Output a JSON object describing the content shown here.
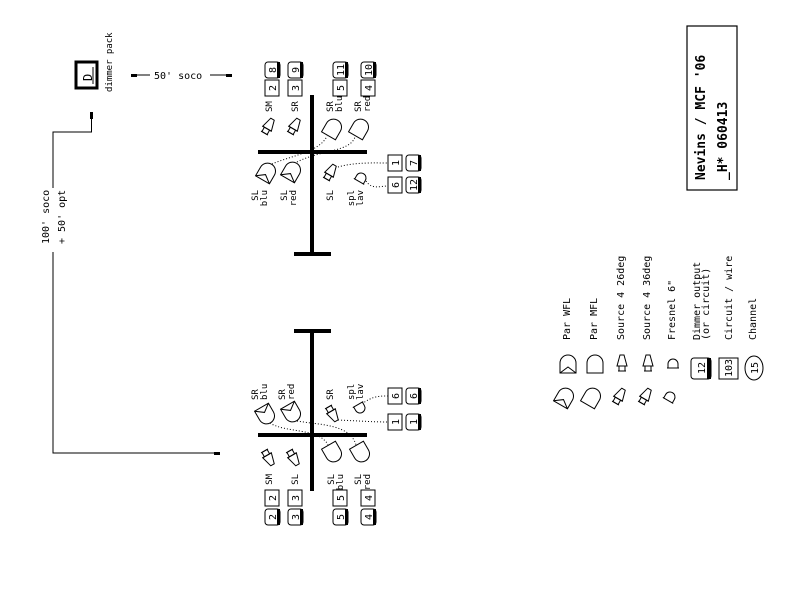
{
  "title": {
    "line1": "Nevins / MCF '06",
    "line2": "_H* 060413"
  },
  "dimmer": {
    "symbol": "D",
    "label": "dimmer pack"
  },
  "cables": {
    "short": "50' soco",
    "long_line1": "100' soco",
    "long_line2": "+ 50' opt"
  },
  "upstage_truss": {
    "fixtures": [
      {
        "type": "source4",
        "label": [
          "SM"
        ]
      },
      {
        "type": "source4",
        "label": [
          "SR"
        ]
      },
      {
        "type": "par_mfl",
        "label": [
          "SR",
          "blu"
        ]
      },
      {
        "type": "par_mfl",
        "label": [
          "SR",
          "red"
        ]
      },
      {
        "type": "par_wfl",
        "label": [
          "SL",
          "blu"
        ]
      },
      {
        "type": "par_wfl",
        "label": [
          "SL",
          "red"
        ]
      },
      {
        "type": "source4",
        "label": [
          "SL"
        ]
      },
      {
        "type": "fresnel",
        "label": [
          "spl",
          "lav"
        ]
      }
    ],
    "boxes": [
      {
        "circuit": "2",
        "channel": "8"
      },
      {
        "circuit": "3",
        "channel": "9"
      },
      {
        "circuit": "5",
        "channel": "11"
      },
      {
        "circuit": "4",
        "channel": "10"
      },
      {
        "circuit": "1",
        "channel": "7"
      },
      {
        "circuit": "6",
        "channel": "12"
      }
    ]
  },
  "downstage_truss": {
    "fixtures": [
      {
        "type": "par_wfl",
        "label": [
          "SR",
          "blu"
        ]
      },
      {
        "type": "par_wfl",
        "label": [
          "SR",
          "red"
        ]
      },
      {
        "type": "source4",
        "label": [
          "SR"
        ]
      },
      {
        "type": "fresnel",
        "label": [
          "spl",
          "lav"
        ]
      },
      {
        "type": "source4",
        "label": [
          "SM"
        ]
      },
      {
        "type": "source4",
        "label": [
          "SL"
        ]
      },
      {
        "type": "par_mfl",
        "label": [
          "SL",
          "blu"
        ]
      },
      {
        "type": "par_mfl",
        "label": [
          "SL",
          "red"
        ]
      }
    ],
    "boxes": [
      {
        "circuit": "2",
        "channel": "2"
      },
      {
        "circuit": "3",
        "channel": "3"
      },
      {
        "circuit": "5",
        "channel": "5"
      },
      {
        "circuit": "4",
        "channel": "4"
      },
      {
        "circuit": "6",
        "channel": "6"
      },
      {
        "circuit": "1",
        "channel": "1"
      }
    ]
  },
  "legend": {
    "items": [
      {
        "type": "par_wfl",
        "label": [
          "Par WFL"
        ]
      },
      {
        "type": "par_mfl",
        "label": [
          "Par MFL"
        ]
      },
      {
        "type": "source4",
        "label": [
          "Source 4  26deg"
        ]
      },
      {
        "type": "source4",
        "label": [
          "Source 4  36deg"
        ]
      },
      {
        "type": "fresnel",
        "label": [
          "Fresnel 6\""
        ]
      },
      {
        "type": "dimmer_box",
        "value": "12",
        "label": [
          "Dimmer output",
          "(or circuit)"
        ]
      },
      {
        "type": "circuit_box",
        "value": "103",
        "label": [
          "Circuit / wire"
        ]
      },
      {
        "type": "channel_circle",
        "value": "15",
        "label": [
          "Channel"
        ]
      }
    ]
  }
}
